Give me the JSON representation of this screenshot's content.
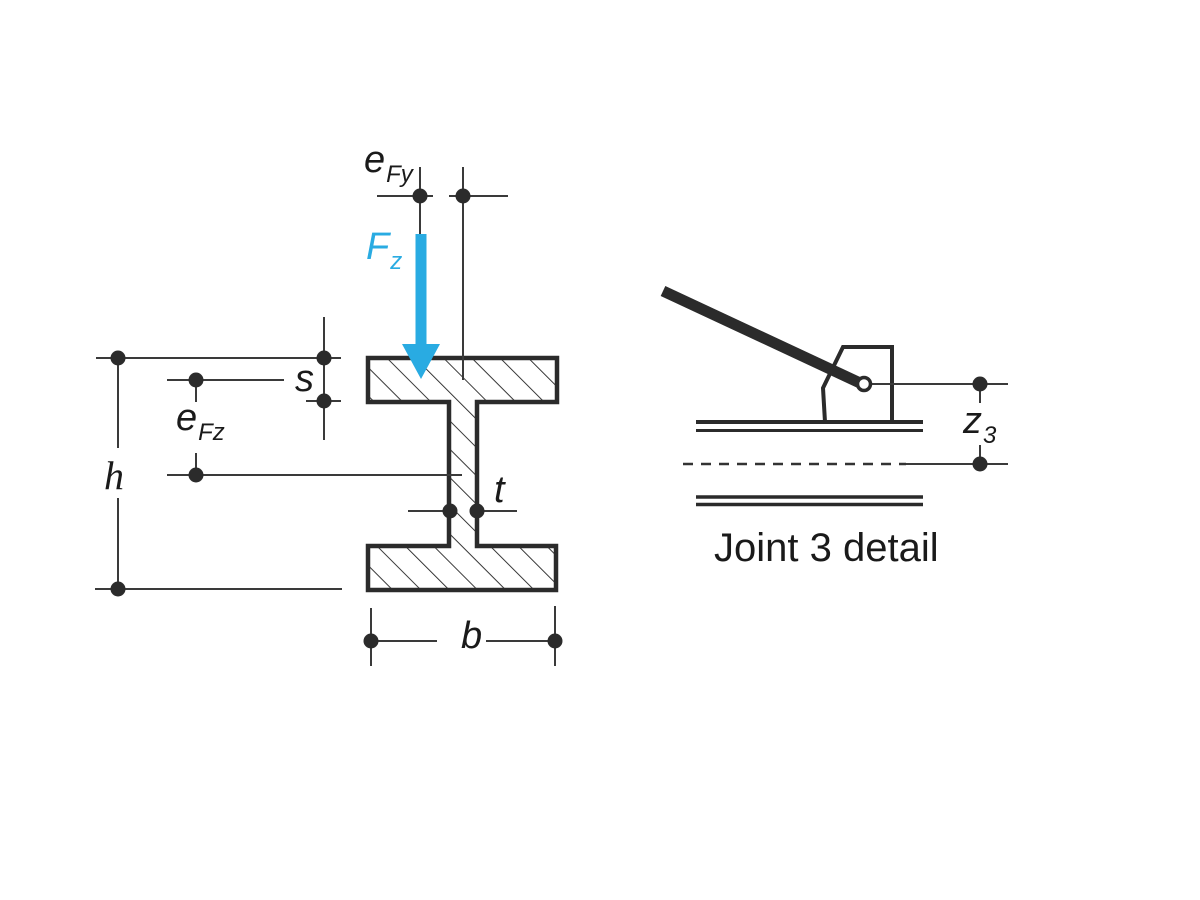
{
  "diagram": {
    "colors": {
      "background": "#ffffff",
      "ink": "#2b2b2b",
      "thin_line": "#3a3a3a",
      "accent_blue": "#29ABE2"
    },
    "left_figure": {
      "description": "I-beam cross-section with force arrow and dimension markers",
      "labels": {
        "e_fy_main": "e",
        "e_fy_sub": "Fy",
        "f_z_main": "F",
        "f_z_sub": "z",
        "s": "s",
        "e_fz_main": "e",
        "e_fz_sub": "Fz",
        "h": "h",
        "t": "t",
        "b": "b"
      }
    },
    "right_figure": {
      "caption": "Joint 3 detail",
      "labels": {
        "z3_main": "z",
        "z3_sub": "3"
      }
    }
  }
}
